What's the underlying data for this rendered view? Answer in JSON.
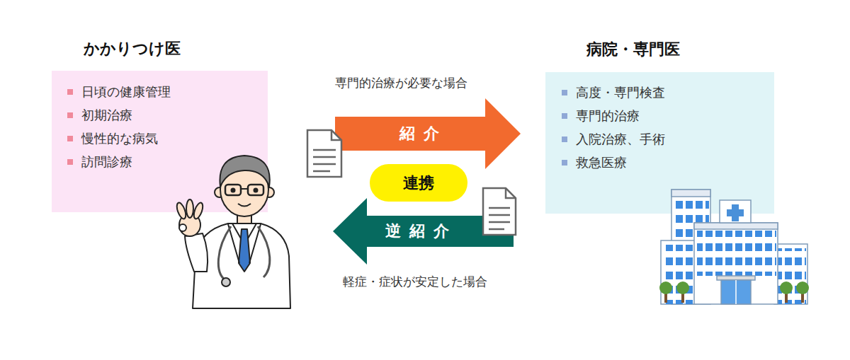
{
  "diagram": {
    "nodes": [
      {
        "text": [
          "かかりつけ医",
          "日頃の健康管理",
          "初期治療",
          "慢性的な病気",
          "訪問診療"
        ]
      },
      {
        "text": [
          "病院・専門医",
          "高度・専門検査",
          "専門的治療",
          "入院治療、手術",
          "救急医療"
        ]
      },
      {
        "text": [
          "連携"
        ]
      }
    ],
    "edges": [
      {
        "from": 0,
        "to": 1,
        "arrow": "to",
        "label": "紹 介"
      },
      {
        "from": 1,
        "to": 0,
        "arrow": "to",
        "label": "逆 紹 介"
      }
    ],
    "labels": [
      "専門的治療が必要な場合",
      "軽症・症状が安定した場合"
    ]
  }
}
